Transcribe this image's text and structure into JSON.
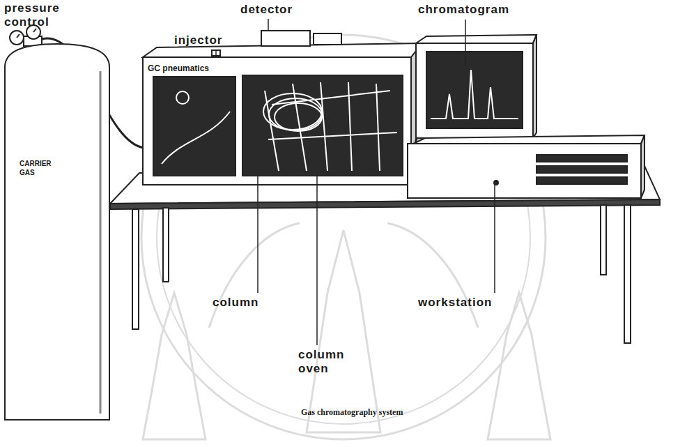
{
  "diagram": {
    "caption": "Gas chromatography system",
    "nodes": [
      {
        "text": [
          "CARRIER GAS"
        ]
      }
    ],
    "labels": [
      "pressure control",
      "detector",
      "chromatogram",
      "injector",
      "GC pneumatics",
      "column",
      "workstation",
      "column oven"
    ]
  }
}
